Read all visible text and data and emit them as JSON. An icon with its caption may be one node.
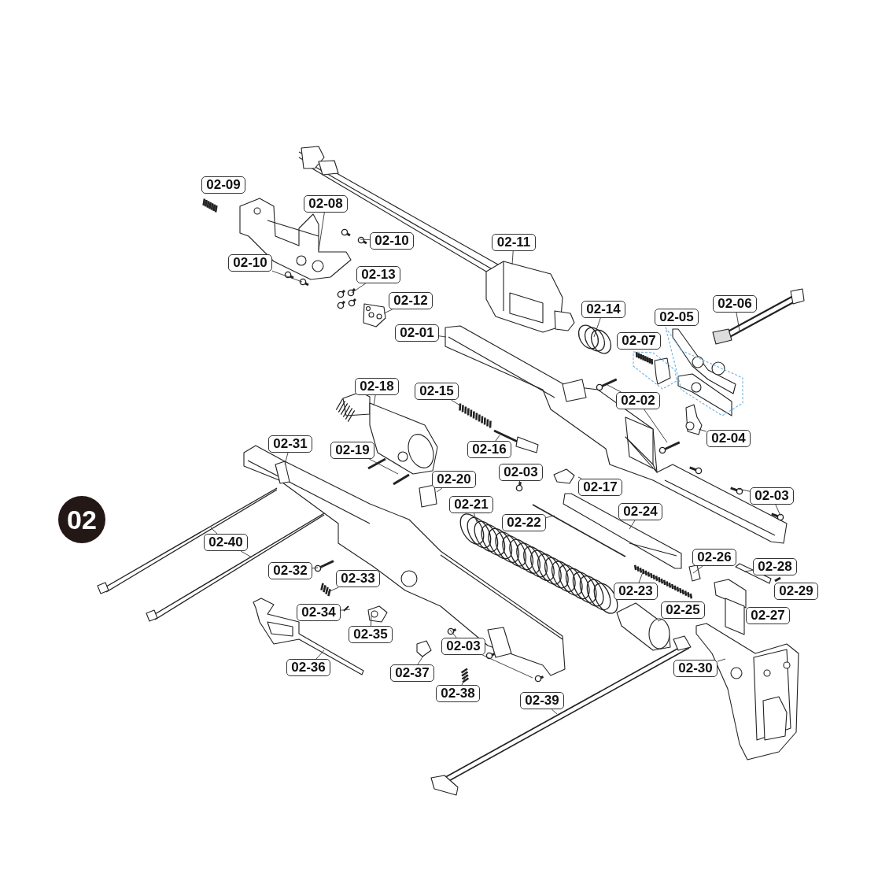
{
  "diagram": {
    "nodes": [
      {
        "text": [
          "02"
        ]
      },
      {
        "text": [
          "02-09"
        ]
      },
      {
        "text": [
          "02-08"
        ]
      },
      {
        "text": [
          "02-10"
        ]
      },
      {
        "text": [
          "02-11"
        ]
      },
      {
        "text": [
          "02-10"
        ]
      },
      {
        "text": [
          "02-13"
        ]
      },
      {
        "text": [
          "02-12"
        ]
      },
      {
        "text": [
          "02-14"
        ]
      },
      {
        "text": [
          "02-06"
        ]
      },
      {
        "text": [
          "02-05"
        ]
      },
      {
        "text": [
          "02-07"
        ]
      },
      {
        "text": [
          "02-01"
        ]
      },
      {
        "text": [
          "02-18"
        ]
      },
      {
        "text": [
          "02-15"
        ]
      },
      {
        "text": [
          "02-02"
        ]
      },
      {
        "text": [
          "02-04"
        ]
      },
      {
        "text": [
          "02-16"
        ]
      },
      {
        "text": [
          "02-31"
        ]
      },
      {
        "text": [
          "02-19"
        ]
      },
      {
        "text": [
          "02-03"
        ]
      },
      {
        "text": [
          "02-20"
        ]
      },
      {
        "text": [
          "02-17"
        ]
      },
      {
        "text": [
          "02-03"
        ]
      },
      {
        "text": [
          "02-21"
        ]
      },
      {
        "text": [
          "02-24"
        ]
      },
      {
        "text": [
          "02-22"
        ]
      },
      {
        "text": [
          "02-40"
        ]
      },
      {
        "text": [
          "02-26"
        ]
      },
      {
        "text": [
          "02-28"
        ]
      },
      {
        "text": [
          "02-32"
        ]
      },
      {
        "text": [
          "02-33"
        ]
      },
      {
        "text": [
          "02-23"
        ]
      },
      {
        "text": [
          "02-29"
        ]
      },
      {
        "text": [
          "02-25"
        ]
      },
      {
        "text": [
          "02-34"
        ]
      },
      {
        "text": [
          "02-27"
        ]
      },
      {
        "text": [
          "02-35"
        ]
      },
      {
        "text": [
          "02-03"
        ]
      },
      {
        "text": [
          "02-36"
        ]
      },
      {
        "text": [
          "02-30"
        ]
      },
      {
        "text": [
          "02-37"
        ]
      },
      {
        "text": [
          "02-38"
        ]
      },
      {
        "text": [
          "02-39"
        ]
      }
    ],
    "edges": [
      {
        "from": 2,
        "to": null,
        "arrow": "none"
      },
      {
        "from": 3,
        "to": null,
        "arrow": "none"
      },
      {
        "from": 4,
        "to": null,
        "arrow": "none"
      },
      {
        "from": 5,
        "to": null,
        "arrow": "none"
      },
      {
        "from": 6,
        "to": null,
        "arrow": "none"
      },
      {
        "from": 7,
        "to": null,
        "arrow": "none"
      },
      {
        "from": 8,
        "to": null,
        "arrow": "none"
      },
      {
        "from": 9,
        "to": null,
        "arrow": "none"
      },
      {
        "from": 12,
        "to": null,
        "arrow": "none"
      },
      {
        "from": 13,
        "to": null,
        "arrow": "none"
      },
      {
        "from": 14,
        "to": null,
        "arrow": "none"
      },
      {
        "from": 15,
        "to": null,
        "arrow": "none"
      },
      {
        "from": 15,
        "to": null,
        "arrow": "none"
      },
      {
        "from": 16,
        "to": null,
        "arrow": "none"
      },
      {
        "from": 17,
        "to": null,
        "arrow": "none"
      },
      {
        "from": 18,
        "to": null,
        "arrow": "none"
      },
      {
        "from": 19,
        "to": null,
        "arrow": "none"
      },
      {
        "from": 20,
        "to": null,
        "arrow": "none"
      },
      {
        "from": 21,
        "to": null,
        "arrow": "none"
      },
      {
        "from": 22,
        "to": null,
        "arrow": "none"
      },
      {
        "from": 23,
        "to": null,
        "arrow": "none"
      },
      {
        "from": 23,
        "to": null,
        "arrow": "none"
      },
      {
        "from": 24,
        "to": null,
        "arrow": "none"
      },
      {
        "from": 25,
        "to": null,
        "arrow": "none"
      },
      {
        "from": 26,
        "to": null,
        "arrow": "none"
      },
      {
        "from": 27,
        "to": null,
        "arrow": "none"
      },
      {
        "from": 27,
        "to": null,
        "arrow": "none"
      },
      {
        "from": 28,
        "to": null,
        "arrow": "none"
      },
      {
        "from": 29,
        "to": null,
        "arrow": "none"
      },
      {
        "from": 30,
        "to": null,
        "arrow": "none"
      },
      {
        "from": 31,
        "to": null,
        "arrow": "none"
      },
      {
        "from": 32,
        "to": null,
        "arrow": "none"
      },
      {
        "from": 34,
        "to": null,
        "arrow": "none"
      },
      {
        "from": 35,
        "to": null,
        "arrow": "none"
      },
      {
        "from": 37,
        "to": null,
        "arrow": "none"
      },
      {
        "from": 38,
        "to": null,
        "arrow": "none"
      },
      {
        "from": 38,
        "to": null,
        "arrow": "none"
      },
      {
        "from": 39,
        "to": null,
        "arrow": "none"
      },
      {
        "from": 40,
        "to": null,
        "arrow": "none"
      },
      {
        "from": 41,
        "to": null,
        "arrow": "none"
      },
      {
        "from": 42,
        "to": null,
        "arrow": "none"
      },
      {
        "from": 43,
        "to": null,
        "arrow": "none"
      }
    ]
  }
}
